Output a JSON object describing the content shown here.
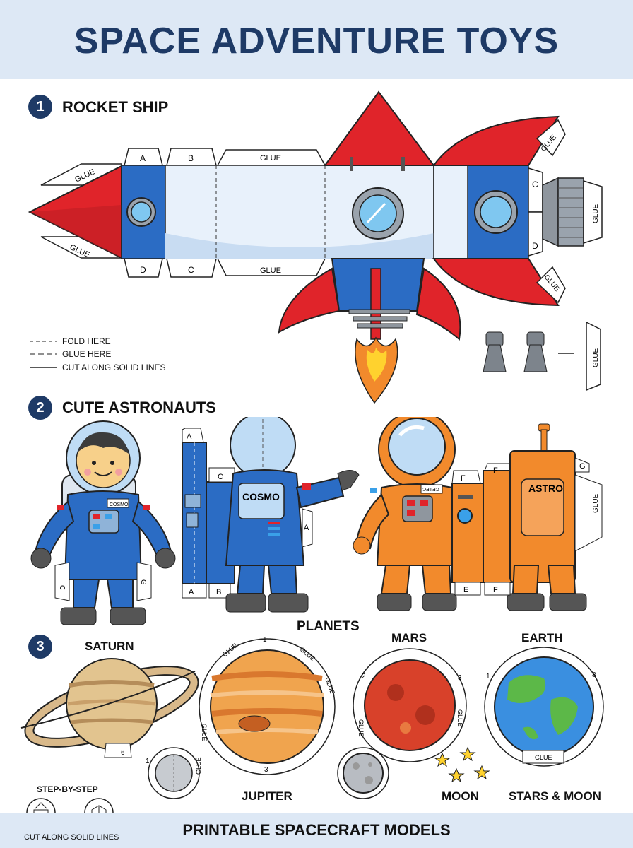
{
  "header": {
    "title": "SPACE ADVENTURE TOYS"
  },
  "sections": {
    "rocket": {
      "number": "1",
      "title": "ROCKET SHIP"
    },
    "astronauts": {
      "number": "2",
      "title": "CUTE ASTRONAUTS"
    },
    "planets": {
      "number": "3",
      "title": "PLANETS"
    }
  },
  "legend": {
    "fold": "FOLD HERE",
    "glue": "GLUE HERE",
    "cut": "CUT ALONG SOLID LINES"
  },
  "tabs": {
    "glue": "GLUE",
    "a": "A",
    "b": "B",
    "c": "C",
    "d": "D",
    "e": "E",
    "f": "F",
    "g": "G",
    "one": "1",
    "two": "2",
    "three": "3",
    "six": "6",
    "eight": "8"
  },
  "astronauts": {
    "badge_small": "COSMO",
    "badge_cosmo": "COSMO",
    "badge_orange": "ƆƎTƎƆ",
    "badge_astro": "ASTRO"
  },
  "planet_labels": {
    "saturn": "SATURN",
    "mars": "MARS",
    "earth": "EARTH",
    "jupiter": "JUPITER",
    "moon": "MOON",
    "stars_moon": "STARS & MOON"
  },
  "steps": {
    "title": "STEP-BY-STEP",
    "caption": "CUT ALONG SOLID LINES",
    "arrow": "→"
  },
  "footer": {
    "title": "PRINTABLE SPACECRAFT MODELS"
  },
  "colors": {
    "navy": "#1e3a66",
    "red": "#e0242a",
    "blue": "#2b6cc4",
    "orange": "#f28a2c",
    "light_blue": "#e8f1fb",
    "header_bg": "#dde8f5"
  }
}
